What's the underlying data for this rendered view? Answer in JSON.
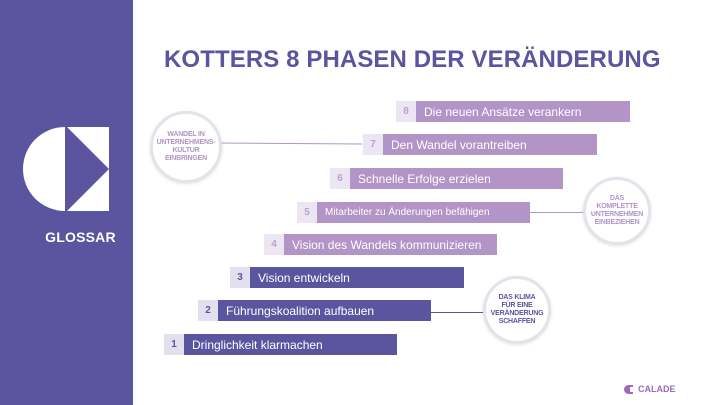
{
  "sidebar": {
    "label": "GLOSSAR",
    "logo_icon": "calade-logo-icon"
  },
  "title": "KOTTERS 8 PHASEN DER VERÄNDERUNG",
  "steps": [
    {
      "number": "1",
      "label": "Dringlichkeit klarmachen",
      "tone": "dark"
    },
    {
      "number": "2",
      "label": "Führungskoalition aufbauen",
      "tone": "dark"
    },
    {
      "number": "3",
      "label": "Vision entwickeln",
      "tone": "dark"
    },
    {
      "number": "4",
      "label": "Vision des Wandels kommunizieren",
      "tone": "light"
    },
    {
      "number": "5",
      "label": "Mitarbeiter zu Änderungen befähigen",
      "tone": "light"
    },
    {
      "number": "6",
      "label": "Schnelle Erfolge erzielen",
      "tone": "light"
    },
    {
      "number": "7",
      "label": "Den Wandel vorantreiben",
      "tone": "light"
    },
    {
      "number": "8",
      "label": "Die neuen Ansätze verankern",
      "tone": "light"
    }
  ],
  "callouts": [
    {
      "text": "WANDEL IN UNTERNEHMENS-KULTUR EINBRINGEN",
      "lines": [
        "WANDEL IN",
        "UNTERNEHMENS-",
        "KULTUR",
        "EINBRINGEN"
      ],
      "color": "#b294c6"
    },
    {
      "text": "DAS KOMPLETTE UNTERNEHMEN EINBEZIEHEN",
      "lines": [
        "DAS",
        "KOMPLETTE",
        "UNTERNEHMEN",
        "EINBEZIEHEN"
      ],
      "color": "#b294c6"
    },
    {
      "text": "DAS KLIMA FÜR EINE VERÄNDERUNG SCHAFFEN",
      "lines": [
        "DAS KLIMA",
        "FÜR EINE",
        "VERÄNDERUNG",
        "SCHAFFEN"
      ],
      "color": "#5b55a0"
    }
  ],
  "brand": {
    "name": "CALADE"
  },
  "colors": {
    "primary": "#5b55a0",
    "accent_light": "#b294c6",
    "number_bg_light": "#ece6f2",
    "number_bg_dark": "#e2e0ee"
  }
}
